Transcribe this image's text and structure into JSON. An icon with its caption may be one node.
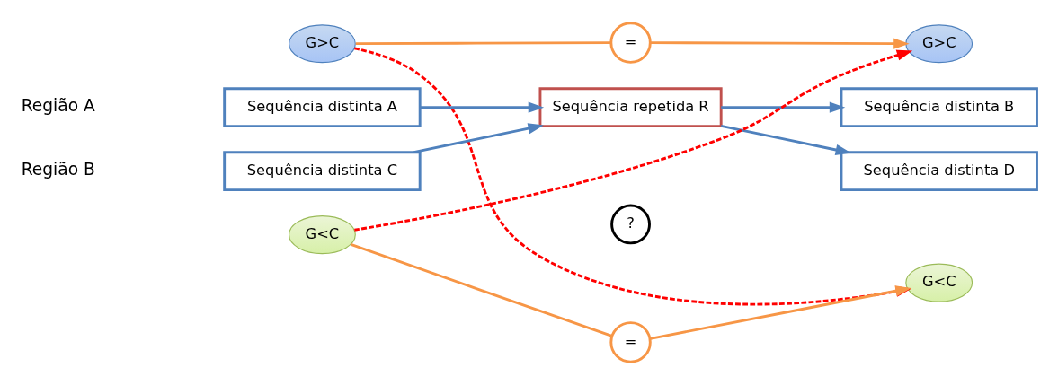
{
  "diagram": {
    "nodes": [
      {
        "text": [
          "G>C"
        ]
      },
      {
        "text": [
          "="
        ]
      },
      {
        "text": [
          "G>C"
        ]
      },
      {
        "text": [
          "Sequência distinta A"
        ]
      },
      {
        "text": [
          "Sequência distinta B"
        ]
      },
      {
        "text": [
          "Sequência repetida R"
        ]
      },
      {
        "text": [
          "?"
        ]
      },
      {
        "text": [
          "Sequência distinta C"
        ]
      },
      {
        "text": [
          "Sequência distinta D"
        ]
      },
      {
        "text": [
          "G<C"
        ]
      },
      {
        "text": [
          "="
        ]
      },
      {
        "text": [
          "G<C"
        ]
      }
    ],
    "edges": [
      {
        "from": 0,
        "to": 1,
        "arrow": "none",
        "color": "#f79646"
      },
      {
        "from": 1,
        "to": 2,
        "arrow": "to",
        "color": "#f79646"
      },
      {
        "from": 0,
        "to": 11,
        "arrow": "to",
        "style": "dashed",
        "color": "#ff0000"
      },
      {
        "from": 9,
        "to": 2,
        "arrow": "to",
        "style": "dashed",
        "color": "#ff0000"
      },
      {
        "from": 3,
        "to": 5,
        "arrow": "to",
        "color": "#4f81bd"
      },
      {
        "from": 7,
        "to": 5,
        "arrow": "to",
        "color": "#4f81bd"
      },
      {
        "from": 5,
        "to": 4,
        "arrow": "to",
        "color": "#4f81bd"
      },
      {
        "from": 5,
        "to": 8,
        "arrow": "to",
        "color": "#4f81bd"
      },
      {
        "from": 9,
        "to": 10,
        "arrow": "none",
        "color": "#f79646"
      },
      {
        "from": 10,
        "to": 11,
        "arrow": "to",
        "color": "#f79646"
      }
    ],
    "labels": [
      "Região A",
      "Região B"
    ]
  }
}
